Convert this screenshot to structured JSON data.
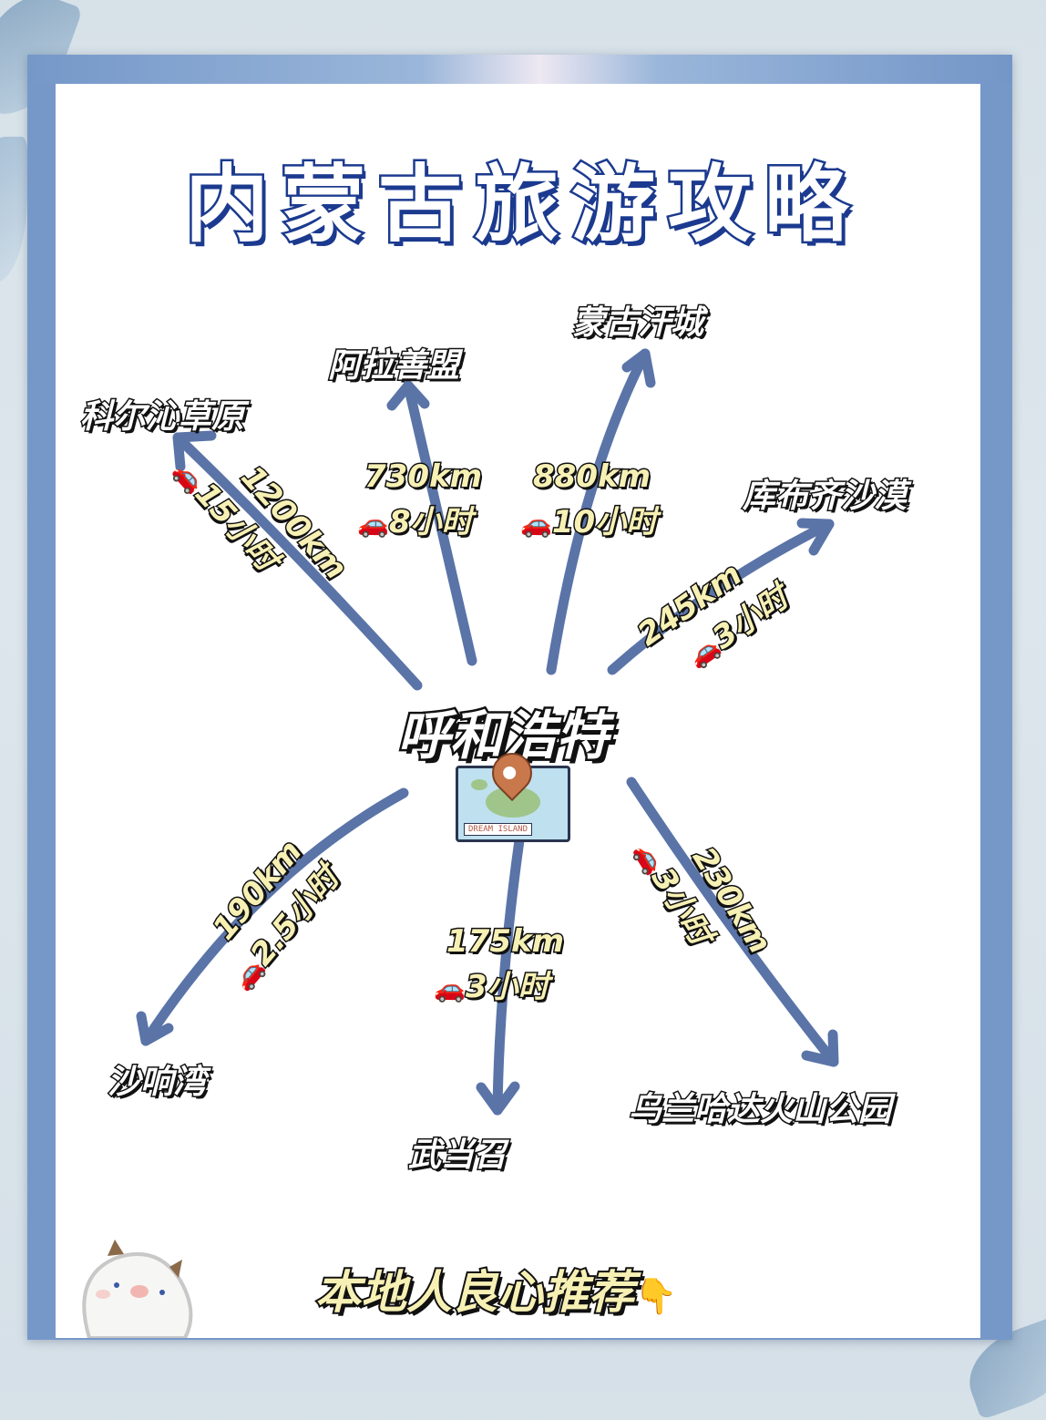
{
  "title": "内蒙古旅游攻略",
  "center": {
    "city": "呼和浩特",
    "map_badge": "DREAM ISLAND",
    "icon": "map-pin-icon"
  },
  "destinations": [
    {
      "name": "科尔沁草原",
      "distance": "1200km",
      "time": "15小时",
      "direction": "northwest"
    },
    {
      "name": "阿拉善盟",
      "distance": "730km",
      "time": "8小时",
      "direction": "north-northwest"
    },
    {
      "name": "蒙古汗城",
      "distance": "880km",
      "time": "10小时",
      "direction": "north-northeast"
    },
    {
      "name": "库布齐沙漠",
      "distance": "245km",
      "time": "3小时",
      "direction": "northeast"
    },
    {
      "name": "沙响湾",
      "distance": "190km",
      "time": "2.5小时",
      "direction": "southwest"
    },
    {
      "name": "武当召",
      "distance": "175km",
      "time": "3小时",
      "direction": "south"
    },
    {
      "name": "乌兰哈达火山公园",
      "distance": "230km",
      "time": "3小时",
      "direction": "southeast"
    }
  ],
  "transport_icon": "🚗",
  "footer": {
    "text": "本地人良心推荐",
    "icon": "👇"
  },
  "colors": {
    "arrow": "#5a74a8",
    "title_stroke": "#1b3a8f",
    "frame": "#7698c9",
    "info_fill": "#f7f0b4",
    "pin": "#c9784c"
  }
}
